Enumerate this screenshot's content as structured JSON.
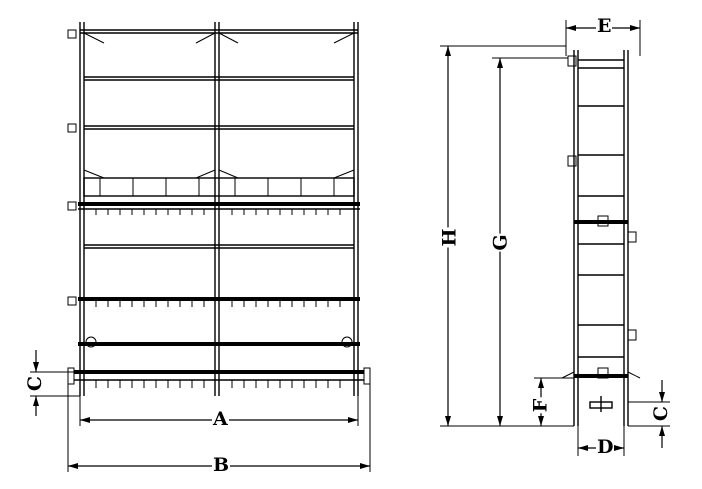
{
  "drawing": {
    "front_view": {
      "dimension_labels": {
        "width_inner": "A",
        "width_overall": "B",
        "base_height": "C"
      }
    },
    "side_view": {
      "dimension_labels": {
        "overall_height": "H",
        "upper_height": "G",
        "depth": "E",
        "base_depth": "D",
        "foot_height": "F",
        "base_height": "C"
      }
    }
  }
}
